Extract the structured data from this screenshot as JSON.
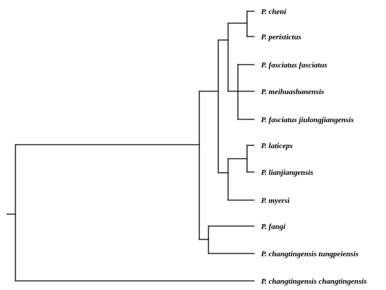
{
  "taxa": {
    "cheni": "P. cheni",
    "peristictus": "P. peristictus",
    "fasciatus_fasciatus": "P. fasciatus fasciatus",
    "meihuashanensis": "P. meihuashanensis",
    "fasciatus_jiulongjiangensis": "P. fasciatus jiulongjiangensis",
    "laticeps": "P. laticeps",
    "lianjiangensis": "P. lianjiangensis",
    "myersi": "P. myersi",
    "fangi": "P. fangi",
    "changtingensis_tungpeiensis": "P. changtingensis tungpeiensis",
    "changtingensis_changtingensis": "P. changtingensis changtingensis"
  },
  "style": {
    "line_color": "#000000",
    "text_color": "#000000",
    "background": "#ffffff"
  }
}
